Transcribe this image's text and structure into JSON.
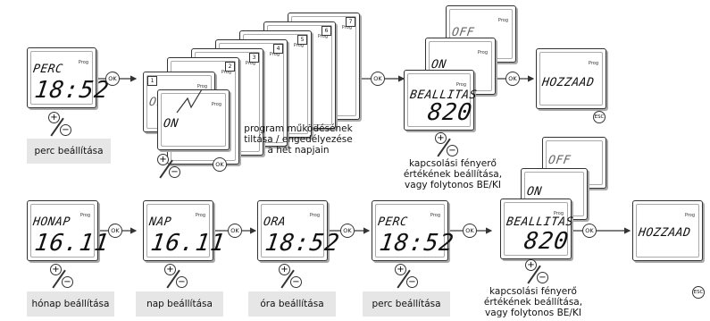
{
  "button_labels": {
    "ok": "OK",
    "esc": "ESC",
    "plus": "+",
    "minus": "−",
    "prog": "Prog"
  },
  "row1": {
    "perc": {
      "label": "PERC",
      "value": "18:52",
      "caption": "perc beállítása"
    },
    "days": {
      "day_numbers": [
        "1",
        "2",
        "3",
        "4",
        "5",
        "6",
        "7"
      ],
      "off": "OFF",
      "on": "ON",
      "note": "program működésének tiltása / engedélyezése a hét napjain"
    },
    "light": {
      "off": "OFF",
      "on": "ON",
      "label": "BEALLITAS",
      "value": "820",
      "note": "kapcsolási fényerő értékének beállítása, vagy folytonos BE/KI"
    },
    "hozzaad": {
      "label": "HOZZAAD"
    }
  },
  "row2": {
    "honap": {
      "label": "HONAP",
      "value": "16.11",
      "caption": "hónap beállítása"
    },
    "nap": {
      "label": "NAP",
      "value": "16.11",
      "caption": "nap beállítása"
    },
    "ora": {
      "label": "ORA",
      "value": "18:52",
      "caption": "óra beállítása"
    },
    "perc": {
      "label": "PERC",
      "value": "18:52",
      "caption": "perc beállítása"
    },
    "light": {
      "off": "OFF",
      "on": "ON",
      "label": "BEALLITAS",
      "value": "820",
      "note": "kapcsolási fényerő értékének beállítása, vagy folytonos BE/KI"
    },
    "hozzaad": {
      "label": "HOZZAAD"
    }
  }
}
